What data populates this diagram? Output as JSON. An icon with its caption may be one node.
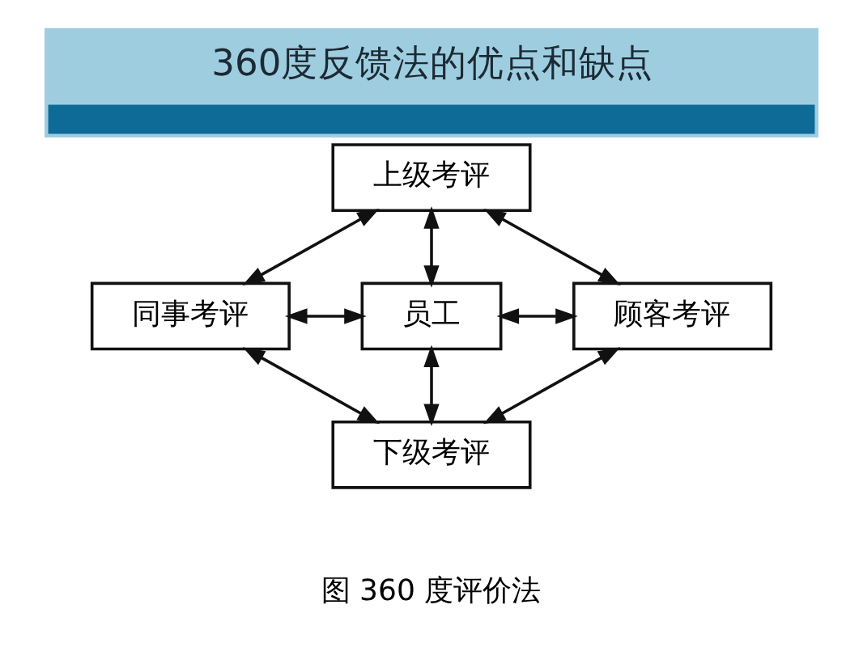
{
  "diagram": {
    "title": "360度反馈法的优点和缺点",
    "caption": "图 360 度评价法",
    "nodes": [
      {
        "text": [
          "上级考评"
        ]
      },
      {
        "text": [
          "同事考评"
        ]
      },
      {
        "text": [
          "员工"
        ]
      },
      {
        "text": [
          "顾客考评"
        ]
      },
      {
        "text": [
          "下级考评"
        ]
      }
    ],
    "edges": [
      {
        "from": 0,
        "to": 2,
        "arrow": "both"
      },
      {
        "from": 0,
        "to": 1,
        "arrow": "both"
      },
      {
        "from": 0,
        "to": 3,
        "arrow": "both"
      },
      {
        "from": 1,
        "to": 2,
        "arrow": "both"
      },
      {
        "from": 2,
        "to": 3,
        "arrow": "both"
      },
      {
        "from": 2,
        "to": 4,
        "arrow": "both"
      },
      {
        "from": 1,
        "to": 4,
        "arrow": "both"
      },
      {
        "from": 3,
        "to": 4,
        "arrow": "both"
      }
    ]
  }
}
